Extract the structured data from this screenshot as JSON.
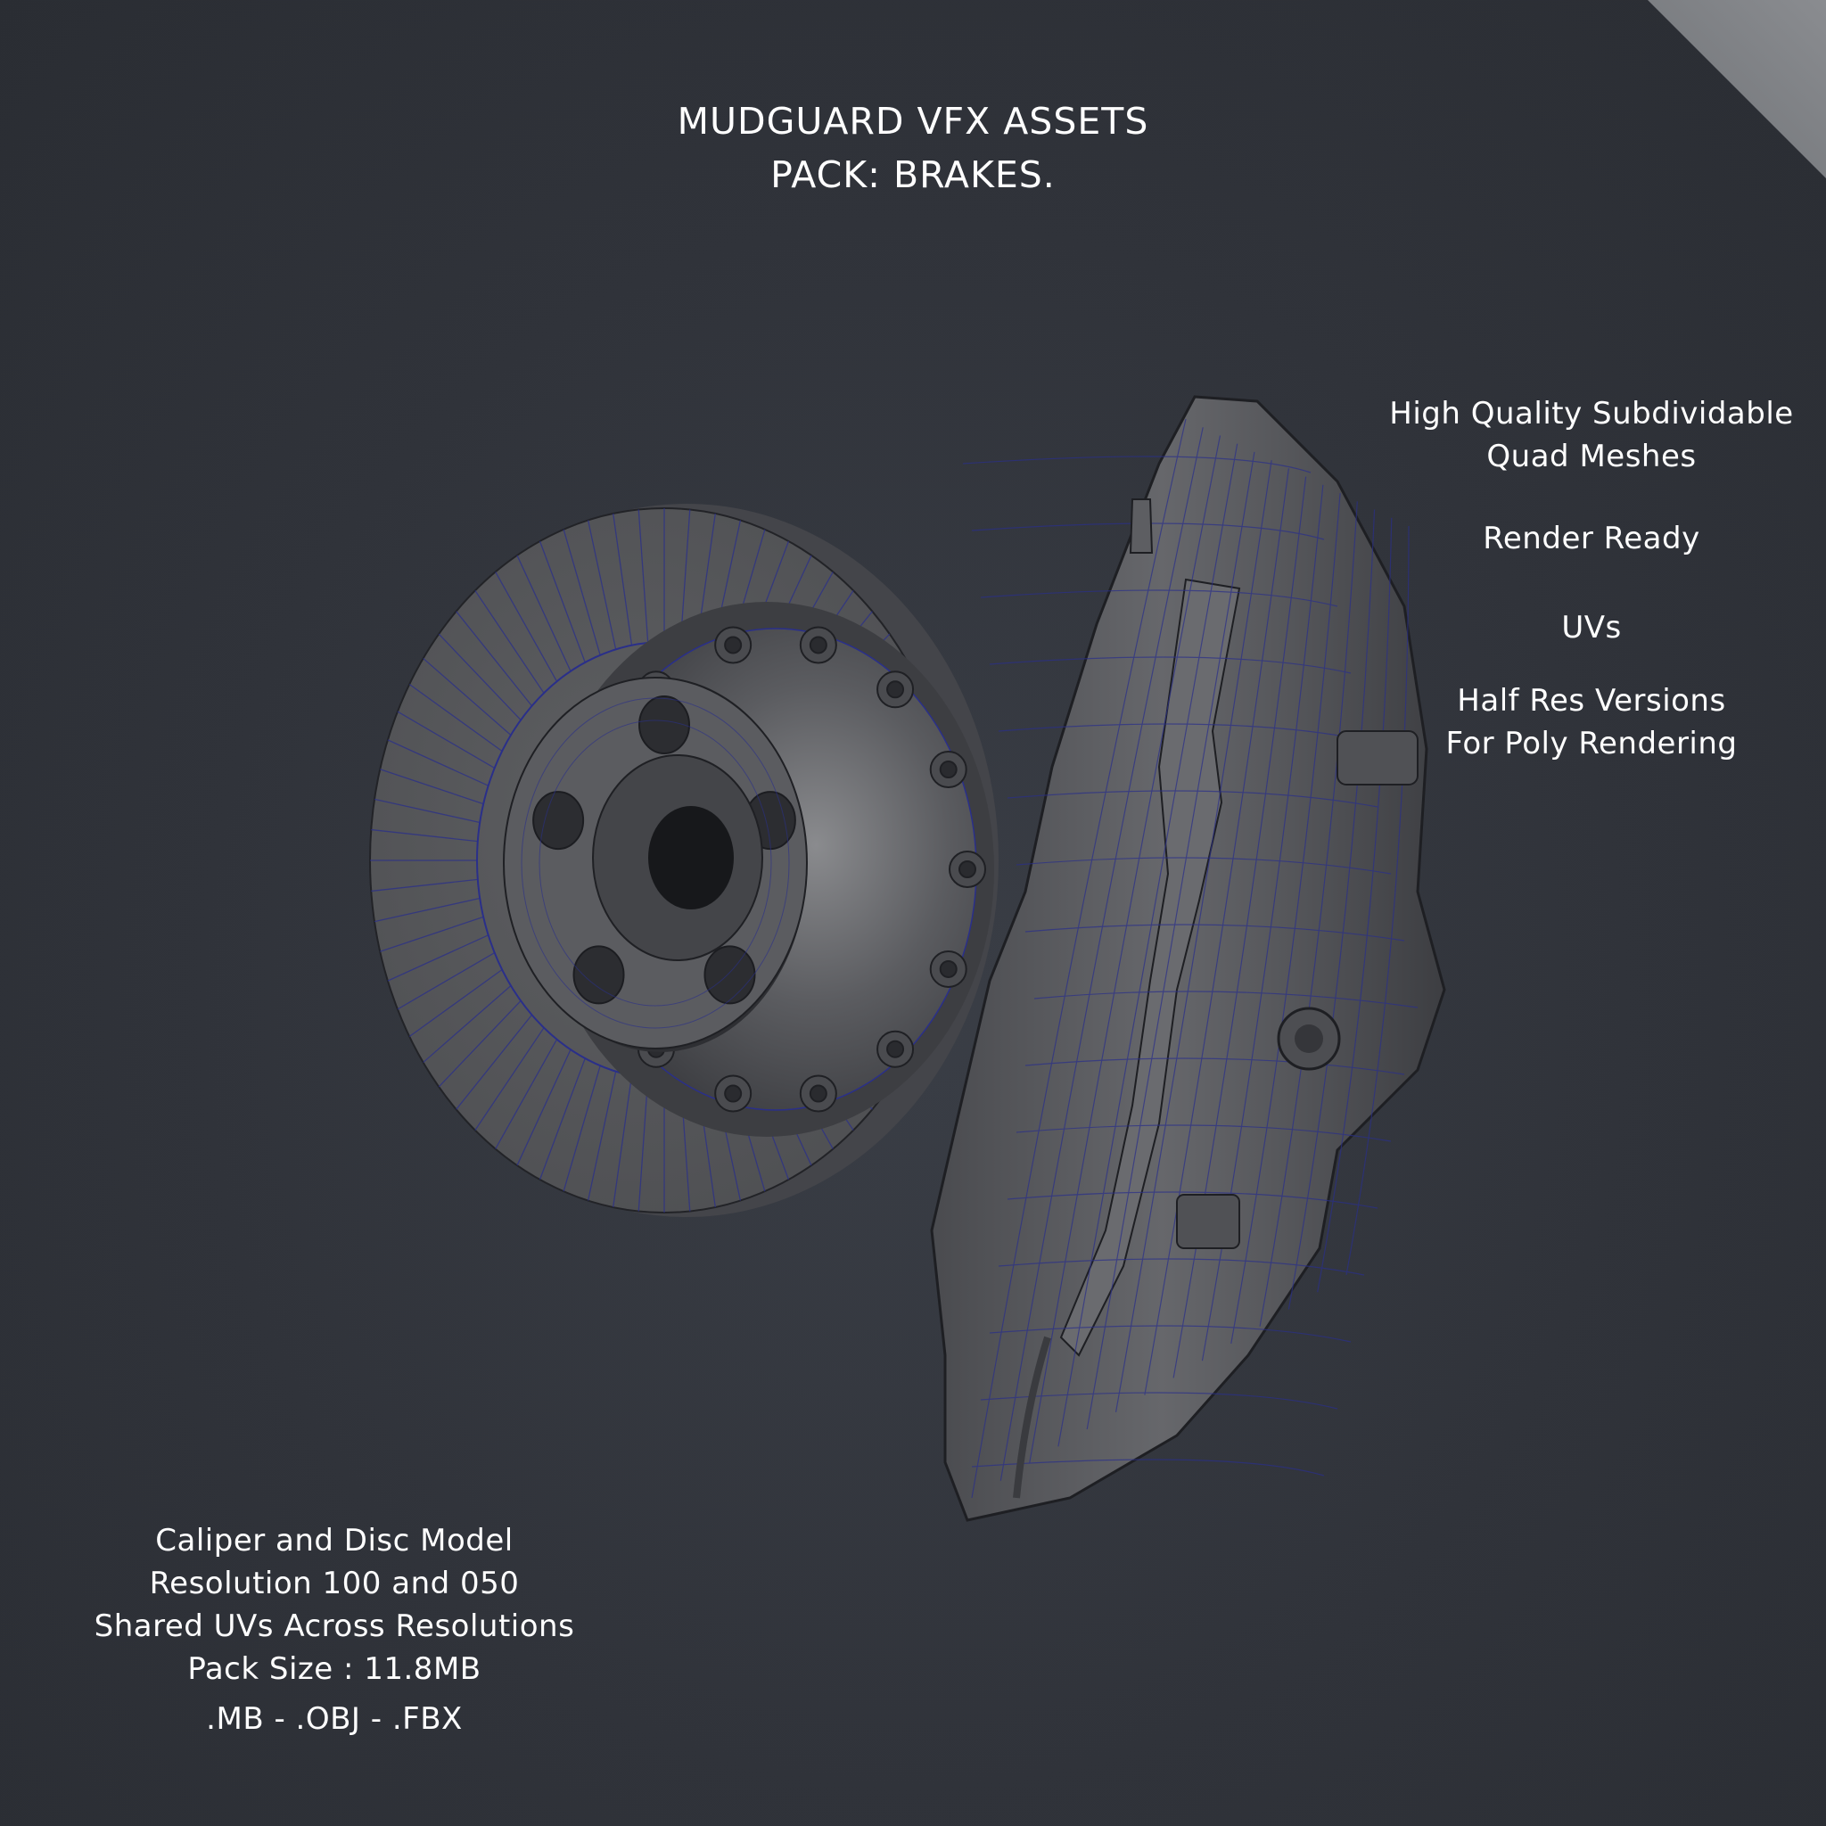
{
  "title": {
    "line1": "MUDGUARD VFX ASSETS",
    "line2": "PACK: BRAKES."
  },
  "features": [
    "High Quality Subdividable",
    "Quad Meshes",
    "Render Ready",
    "UVs",
    "Half Res Versions",
    "For Poly Rendering"
  ],
  "specs": {
    "line1": "Caliper and Disc Model",
    "line2": "Resolution 100 and 050",
    "line3": "Shared UVs Across Resolutions",
    "line4": "Pack Size : 11.8MB",
    "formats": ".MB - .OBJ - .FBX"
  },
  "colors": {
    "background": "#30333a",
    "mesh": "#5a5b5e",
    "wireframe": "#2a2f8a",
    "text": "#ffffff",
    "corner": "#808285"
  }
}
